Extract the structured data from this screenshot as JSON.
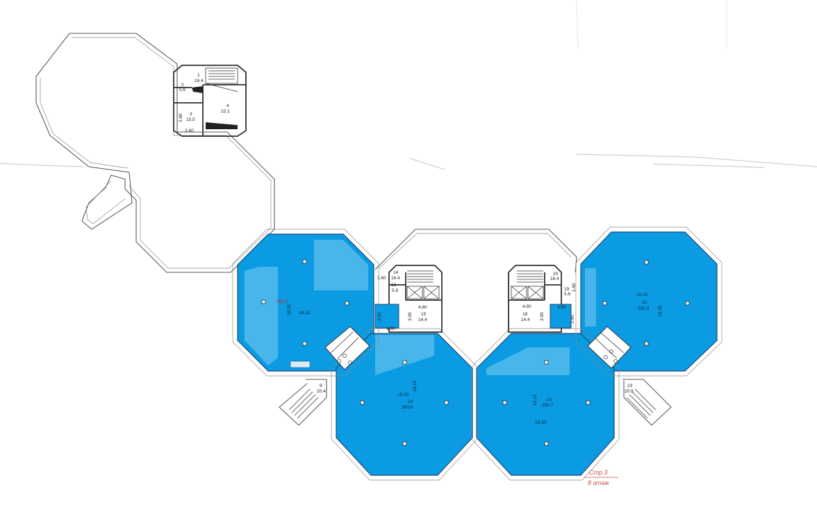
{
  "page_note": {
    "page": "Стр.3",
    "floor": "8 этаж"
  },
  "labels": {
    "r1_num": "1",
    "r1_area": "16.4",
    "r2_num": "2",
    "r2_area": "5.6",
    "r3_num": "3",
    "r3_area": "15.5",
    "r3_dim": "3.90",
    "r4_num": "4",
    "r4_area": "22.1",
    "dim_360_top": "3.60",
    "w_area": "350.9",
    "w_dim_w": "18.15",
    "w_dim_h": "18.35",
    "r13_num": "13",
    "r13_area": "5.6",
    "r14_num": "14",
    "r14_area": "16.4",
    "dim_160": "1.60",
    "dim_480_l": "4.80",
    "r15_num": "15",
    "r15_area": "14.4",
    "dim_300_l": "3.00",
    "dim_360_l": "3.60",
    "dim_390_l": "3.90",
    "r9_num": "9",
    "r9_area": "20.4",
    "c_dim_a": "18.30",
    "c_dim_b": "18.15",
    "c_num": "10",
    "c_area": "350.8",
    "r20_num": "20",
    "r20_area": "16.4",
    "r19_num": "19",
    "r19_area": "5.6",
    "dim_160_r": "1.60",
    "dim_480_r": "4.80",
    "r18_num": "18",
    "r18_area": "14.4",
    "dim_300_r": "3.00",
    "dim_360_r": "3.60",
    "dim_390_r": "3.90",
    "e_dim_w": "18.15",
    "e_num": "22",
    "e_area": "350.9",
    "e_dim_h": "18.35",
    "d_dim_a": "18.15",
    "d_num": "16",
    "d_area": "350.7",
    "d_dim_b": "18.30",
    "r23_num": "23",
    "r23_area": "20.9"
  },
  "colors": {
    "office_fill": "#0a9be2",
    "office_highlight": "#4fb8ec",
    "outline": "#5a5a5a",
    "page_note": "#c8553d"
  }
}
